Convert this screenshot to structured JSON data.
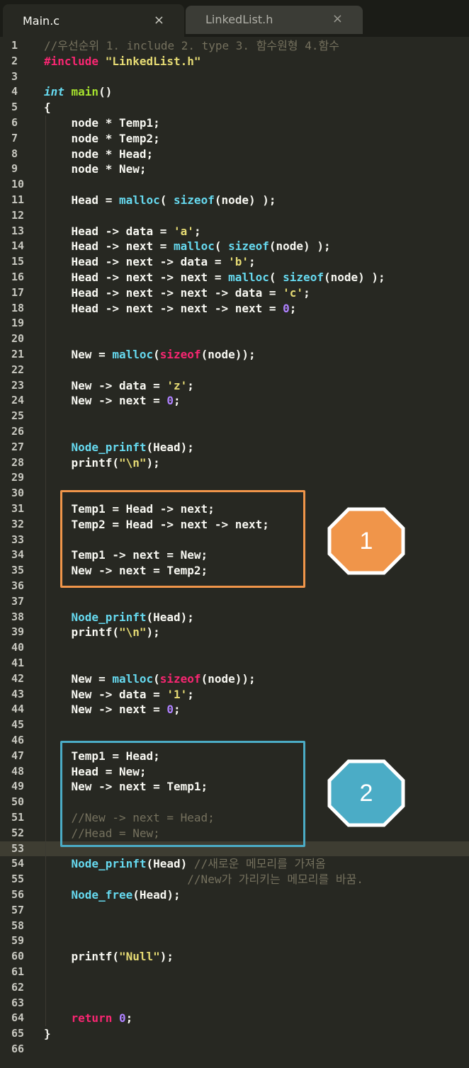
{
  "tabs": [
    {
      "label": "Main.c",
      "close": "×"
    },
    {
      "label": "LinkedList.h",
      "close": "×"
    }
  ],
  "lines": [
    {
      "n": "1",
      "t": [
        [
          "cm",
          "//우선순위 1. include 2. type 3. 함수원형 4.함수"
        ]
      ]
    },
    {
      "n": "2",
      "t": [
        [
          "kw",
          "#include "
        ],
        [
          "st",
          "\"LinkedList.h\""
        ]
      ]
    },
    {
      "n": "3",
      "t": []
    },
    {
      "n": "4",
      "t": [
        [
          "ty",
          "int "
        ],
        [
          "tyf",
          "main"
        ],
        [
          "",
          "()"
        ]
      ]
    },
    {
      "n": "5",
      "t": [
        [
          "",
          "{"
        ]
      ]
    },
    {
      "n": "6",
      "t": [
        [
          "",
          "    node * Temp1;"
        ]
      ]
    },
    {
      "n": "7",
      "t": [
        [
          "",
          "    node * Temp2;"
        ]
      ]
    },
    {
      "n": "8",
      "t": [
        [
          "",
          "    node * Head;"
        ]
      ]
    },
    {
      "n": "9",
      "t": [
        [
          "",
          "    node * New;"
        ]
      ]
    },
    {
      "n": "10",
      "t": []
    },
    {
      "n": "11",
      "t": [
        [
          "",
          "    Head = "
        ],
        [
          "fn",
          "malloc"
        ],
        [
          "",
          "( "
        ],
        [
          "fn",
          "sizeof"
        ],
        [
          "",
          "(node) );"
        ]
      ]
    },
    {
      "n": "12",
      "t": []
    },
    {
      "n": "13",
      "t": [
        [
          "",
          "    Head -> data = "
        ],
        [
          "st",
          "'a'"
        ],
        [
          "",
          ";"
        ]
      ]
    },
    {
      "n": "14",
      "t": [
        [
          "",
          "    Head -> next = "
        ],
        [
          "fn",
          "malloc"
        ],
        [
          "",
          "( "
        ],
        [
          "fn",
          "sizeof"
        ],
        [
          "",
          "(node) );"
        ]
      ]
    },
    {
      "n": "15",
      "t": [
        [
          "",
          "    Head -> next -> data = "
        ],
        [
          "st",
          "'b'"
        ],
        [
          "",
          ";"
        ]
      ]
    },
    {
      "n": "16",
      "t": [
        [
          "",
          "    Head -> next -> next = "
        ],
        [
          "fn",
          "malloc"
        ],
        [
          "",
          "( "
        ],
        [
          "fn",
          "sizeof"
        ],
        [
          "",
          "(node) );"
        ]
      ]
    },
    {
      "n": "17",
      "t": [
        [
          "",
          "    Head -> next -> next -> data = "
        ],
        [
          "st",
          "'c'"
        ],
        [
          "",
          ";"
        ]
      ]
    },
    {
      "n": "18",
      "t": [
        [
          "",
          "    Head -> next -> next -> next = "
        ],
        [
          "nu",
          "0"
        ],
        [
          "",
          ";"
        ]
      ]
    },
    {
      "n": "19",
      "t": []
    },
    {
      "n": "20",
      "t": []
    },
    {
      "n": "21",
      "t": [
        [
          "",
          "    New = "
        ],
        [
          "fn",
          "malloc"
        ],
        [
          "",
          "("
        ],
        [
          "kw",
          "sizeof"
        ],
        [
          "",
          "(node));"
        ]
      ]
    },
    {
      "n": "22",
      "t": []
    },
    {
      "n": "23",
      "t": [
        [
          "",
          "    New -> data = "
        ],
        [
          "st",
          "'z'"
        ],
        [
          "",
          ";"
        ]
      ]
    },
    {
      "n": "24",
      "t": [
        [
          "",
          "    New -> next = "
        ],
        [
          "nu",
          "0"
        ],
        [
          "",
          ";"
        ]
      ]
    },
    {
      "n": "25",
      "t": []
    },
    {
      "n": "26",
      "t": []
    },
    {
      "n": "27",
      "t": [
        [
          "bl",
          "    Node_prinft"
        ],
        [
          "",
          "(Head);"
        ]
      ]
    },
    {
      "n": "28",
      "t": [
        [
          "",
          "    printf("
        ],
        [
          "st",
          "\"\\n\""
        ],
        [
          "",
          ");"
        ]
      ]
    },
    {
      "n": "29",
      "t": []
    },
    {
      "n": "30",
      "t": []
    },
    {
      "n": "31",
      "t": [
        [
          "",
          "    Temp1 = Head -> next;"
        ]
      ]
    },
    {
      "n": "32",
      "t": [
        [
          "",
          "    Temp2 = Head -> next -> next;"
        ]
      ]
    },
    {
      "n": "33",
      "t": []
    },
    {
      "n": "34",
      "t": [
        [
          "",
          "    Temp1 -> next = New;"
        ]
      ]
    },
    {
      "n": "35",
      "t": [
        [
          "",
          "    New -> next = Temp2;"
        ]
      ]
    },
    {
      "n": "36",
      "t": []
    },
    {
      "n": "37",
      "t": []
    },
    {
      "n": "38",
      "t": [
        [
          "bl",
          "    Node_prinft"
        ],
        [
          "",
          "(Head);"
        ]
      ]
    },
    {
      "n": "39",
      "t": [
        [
          "",
          "    printf("
        ],
        [
          "st",
          "\"\\n\""
        ],
        [
          "",
          ");"
        ]
      ]
    },
    {
      "n": "40",
      "t": []
    },
    {
      "n": "41",
      "t": []
    },
    {
      "n": "42",
      "t": [
        [
          "",
          "    New = "
        ],
        [
          "fn",
          "malloc"
        ],
        [
          "",
          "("
        ],
        [
          "kw",
          "sizeof"
        ],
        [
          "",
          "(node));"
        ]
      ]
    },
    {
      "n": "43",
      "t": [
        [
          "",
          "    New -> data = "
        ],
        [
          "st",
          "'1'"
        ],
        [
          "",
          ";"
        ]
      ]
    },
    {
      "n": "44",
      "t": [
        [
          "",
          "    New -> next = "
        ],
        [
          "nu",
          "0"
        ],
        [
          "",
          ";"
        ]
      ]
    },
    {
      "n": "45",
      "t": []
    },
    {
      "n": "46",
      "t": []
    },
    {
      "n": "47",
      "t": [
        [
          "",
          "    Temp1 = Head;"
        ]
      ]
    },
    {
      "n": "48",
      "t": [
        [
          "",
          "    Head = New;"
        ]
      ]
    },
    {
      "n": "49",
      "t": [
        [
          "",
          "    New -> next = Temp1;"
        ]
      ]
    },
    {
      "n": "50",
      "t": []
    },
    {
      "n": "51",
      "t": [
        [
          "cm",
          "    //New -> next = Head;"
        ]
      ]
    },
    {
      "n": "52",
      "t": [
        [
          "cm",
          "    //Head = New;"
        ]
      ]
    },
    {
      "n": "53",
      "t": []
    },
    {
      "n": "54",
      "t": [
        [
          "bl",
          "    Node_prinft"
        ],
        [
          "",
          "(Head)"
        ],
        [
          "cm",
          " //새로운 메모리를 가져옴"
        ]
      ]
    },
    {
      "n": "55",
      "t": [
        [
          "cm",
          "                     //New가 가리키는 메모리를 바꿈."
        ]
      ]
    },
    {
      "n": "56",
      "t": [
        [
          "bl",
          "    Node_free"
        ],
        [
          "",
          "(Head);"
        ]
      ]
    },
    {
      "n": "57",
      "t": []
    },
    {
      "n": "58",
      "t": []
    },
    {
      "n": "59",
      "t": []
    },
    {
      "n": "60",
      "t": [
        [
          "",
          "    printf("
        ],
        [
          "st",
          "\"Null\""
        ],
        [
          "",
          ");"
        ]
      ]
    },
    {
      "n": "61",
      "t": []
    },
    {
      "n": "62",
      "t": []
    },
    {
      "n": "63",
      "t": []
    },
    {
      "n": "64",
      "t": [
        [
          "kw",
          "    return "
        ],
        [
          "nu",
          "0"
        ],
        [
          "",
          ";"
        ]
      ]
    },
    {
      "n": "65",
      "t": [
        [
          "",
          "}"
        ]
      ]
    },
    {
      "n": "66",
      "t": []
    }
  ],
  "current_line": "53",
  "annotations": [
    {
      "label": "1",
      "color": "#f0954a",
      "box_color": "#f0954a"
    },
    {
      "label": "2",
      "color": "#4bacc6",
      "box_color": "#4bacc6"
    }
  ]
}
